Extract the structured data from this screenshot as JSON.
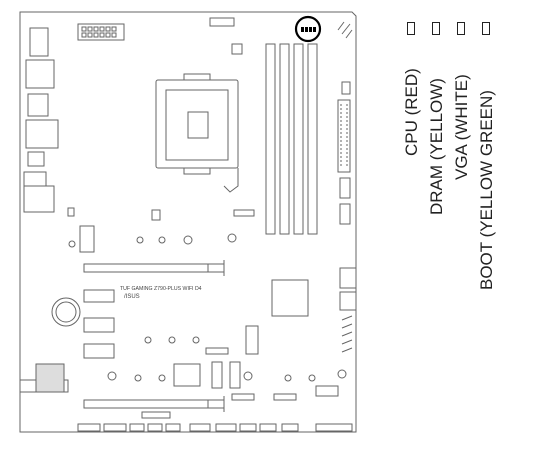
{
  "board": {
    "silkscreen_model": "TUF GAMING Z790-PLUS WIFI D4",
    "silkscreen_brand": "/ISUS"
  },
  "leds": [
    {
      "label": "CPU (RED)",
      "color": "red"
    },
    {
      "label": "DRAM (YELLOW)",
      "color": "yellow"
    },
    {
      "label": "VGA (WHITE)",
      "color": "white"
    },
    {
      "label": "BOOT (YELLOW GREEN)",
      "color": "yellow-green"
    }
  ],
  "colors": {
    "line": "#555555",
    "highlight": "#000000"
  }
}
